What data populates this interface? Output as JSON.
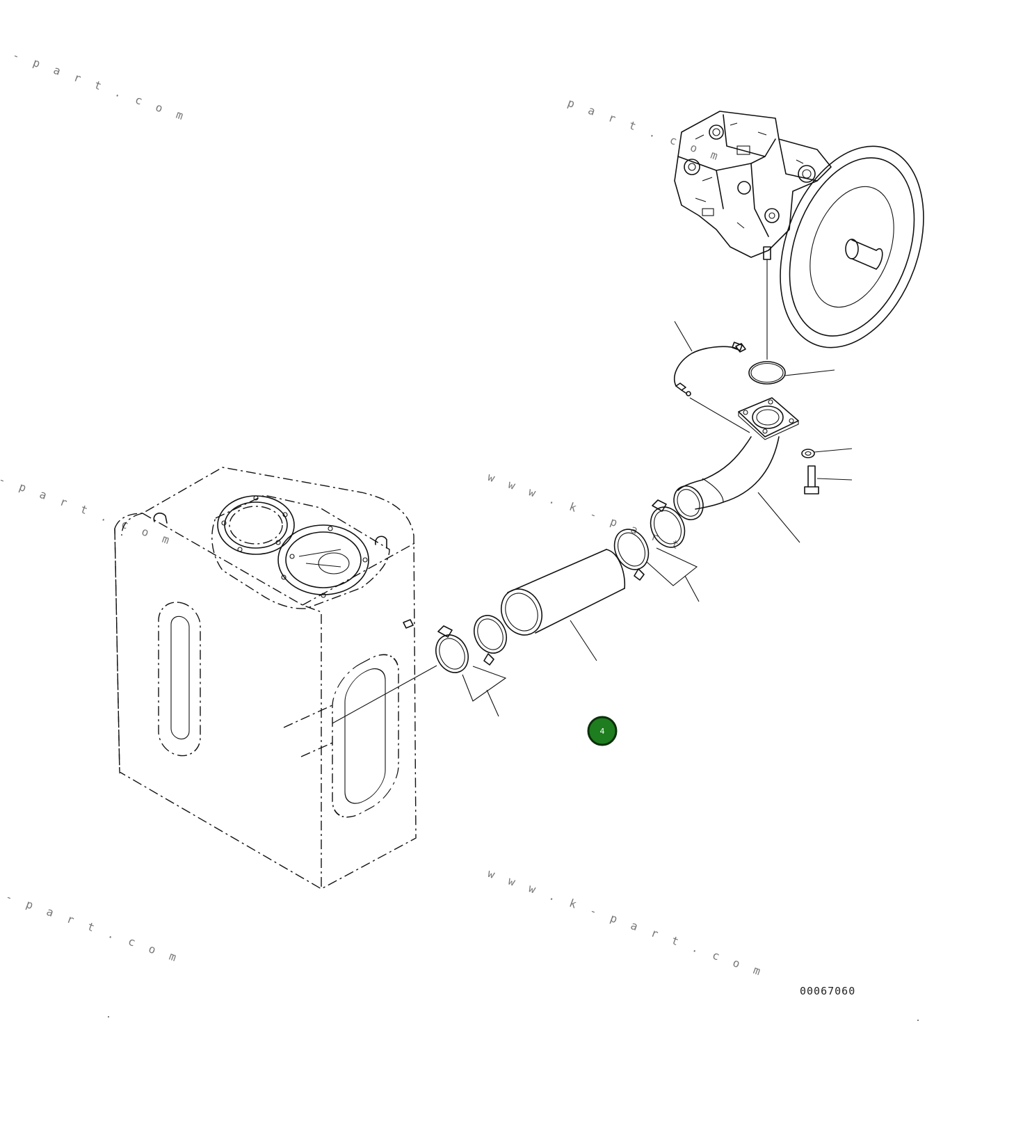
{
  "diagram": {
    "drawing_code": "00067060",
    "callout": {
      "label": "4",
      "fill": "#1e7d1e",
      "stroke": "#0b2e0b"
    },
    "watermarks": [
      "w w w . k - p a r t . c o m",
      "p a r t . c o m",
      "w w w . k - p a r t",
      "w w w . k - p a r t . c o m",
      "w w w . k - p a r t . c o m",
      "w w w . k - p a r t . c o m"
    ],
    "components": [
      "main-pump-assembly",
      "o-ring",
      "sensor-harness",
      "suction-elbow-flange",
      "washer",
      "bolt",
      "hose-clamp-upper",
      "hose-clamp-lower",
      "suction-hose",
      "hydraulic-tank"
    ]
  }
}
